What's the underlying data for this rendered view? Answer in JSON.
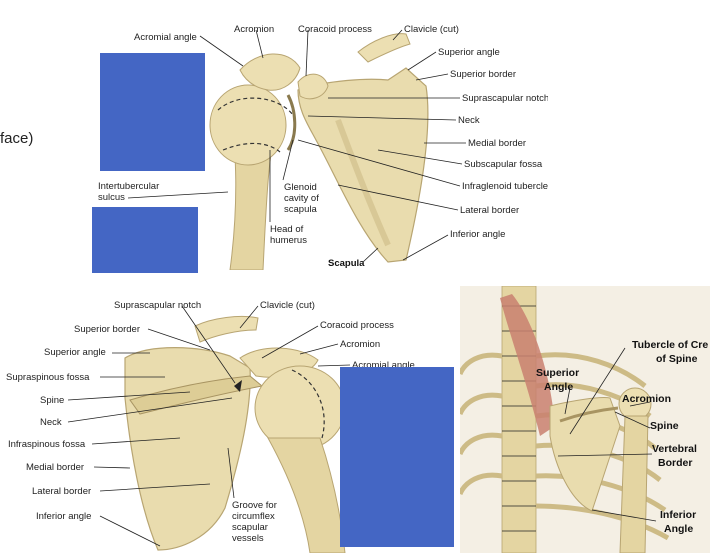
{
  "fragment": "face)",
  "top": {
    "labels": {
      "acromial_angle": "Acromial angle",
      "acromion": "Acromion",
      "coracoid": "Coracoid process",
      "clavicle": "Clavicle (cut)",
      "superior_angle": "Superior angle",
      "superior_border": "Superior border",
      "suprascapular_notch": "Suprascapular notch",
      "neck": "Neck",
      "medial_border": "Medial border",
      "subscapular_fossa": "Subscapular fossa",
      "infraglenoid": "Infraglenoid tubercle",
      "lateral_border": "Lateral border",
      "inferior_angle": "Inferior angle",
      "intertubercular_1": "Intertubercular",
      "intertubercular_2": "sulcus",
      "glenoid_1": "Glenoid",
      "glenoid_2": "cavity of",
      "glenoid_3": "scapula",
      "head_1": "Head of",
      "head_2": "humerus",
      "scapula": "Scapula"
    }
  },
  "bottom": {
    "labels": {
      "suprascapular_notch": "Suprascapular notch",
      "clavicle": "Clavicle (cut)",
      "superior_border": "Superior border",
      "coracoid": "Coracoid process",
      "superior_angle": "Superior angle",
      "acromion": "Acromion",
      "acromial_angle": "Acromial angle",
      "supraspinous": "Supraspinous fossa",
      "spine": "Spine",
      "neck": "Neck",
      "infraspinous": "Infraspinous fossa",
      "medial_border": "Medial border",
      "lateral_border": "Lateral border",
      "inferior_angle": "Inferior angle",
      "groove_1": "Groove for",
      "groove_2": "circumflex",
      "groove_3": "scapular",
      "groove_4": "vessels"
    }
  },
  "right": {
    "labels": {
      "tubercle_1": "Tubercle of Cre",
      "tubercle_2": "of Spine",
      "superior_1": "Superior",
      "superior_2": "Angle",
      "acromion": "Acromion",
      "spine": "Spine",
      "vertebral_1": "Vertebral",
      "vertebral_2": "Border",
      "inferior_1": "Inferior",
      "inferior_2": "Angle"
    }
  },
  "colors": {
    "bone": "#e9dcae",
    "bone_shadow": "#c9b67e",
    "mask": "#4466c4",
    "muscle": "#c98070"
  }
}
